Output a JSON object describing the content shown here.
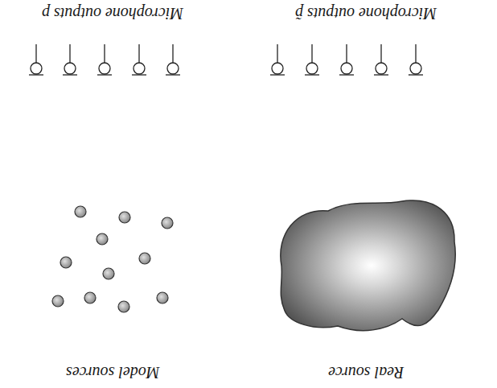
{
  "diagram": {
    "labels": [
      "Microphone outputs p",
      "Microphone outputs p̃",
      "Model sources",
      "Real source"
    ]
  }
}
